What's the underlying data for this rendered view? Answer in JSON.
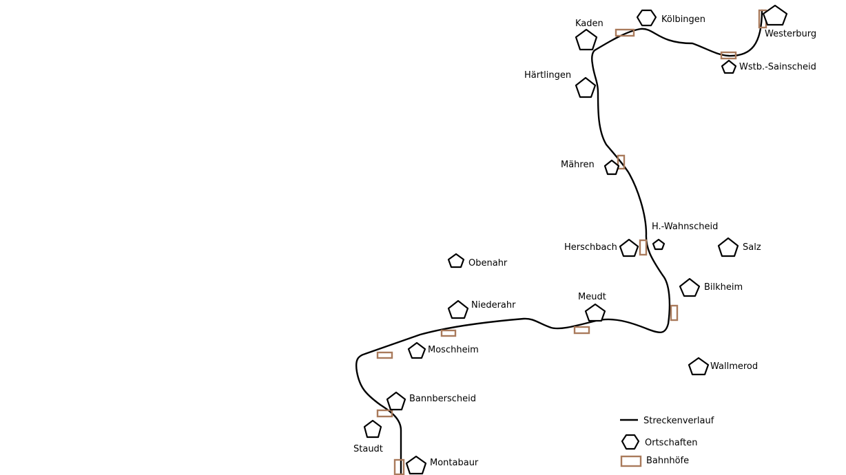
{
  "colors": {
    "track": "#000000",
    "town_outline": "#000000",
    "station_outline": "#a97a5b",
    "background": "#ffffff"
  },
  "towns": [
    {
      "id": "koelbingen",
      "name": "Kölbingen"
    },
    {
      "id": "westerburg",
      "name": "Westerburg"
    },
    {
      "id": "kaden",
      "name": "Kaden"
    },
    {
      "id": "wstb-sainscheid",
      "name": "Wstb.-Sainscheid"
    },
    {
      "id": "haertlingen",
      "name": "Härtlingen"
    },
    {
      "id": "maehren",
      "name": "Mähren"
    },
    {
      "id": "h-wahnscheid",
      "name": "H.-Wahnscheid"
    },
    {
      "id": "herschbach",
      "name": "Herschbach"
    },
    {
      "id": "salz",
      "name": "Salz"
    },
    {
      "id": "obenahr",
      "name": "Obenahr"
    },
    {
      "id": "bilkheim",
      "name": "Bilkheim"
    },
    {
      "id": "meudt",
      "name": "Meudt"
    },
    {
      "id": "niederahr",
      "name": "Niederahr"
    },
    {
      "id": "moschheim",
      "name": "Moschheim"
    },
    {
      "id": "wallmerod",
      "name": "Wallmerod"
    },
    {
      "id": "bannberscheid",
      "name": "Bannberscheid"
    },
    {
      "id": "staudt",
      "name": "Staudt"
    },
    {
      "id": "montabaur",
      "name": "Montabaur"
    }
  ],
  "legend": {
    "track_label": "Streckenverlauf",
    "towns_label": "Ortschaften",
    "stations_label": "Bahnhöfe"
  }
}
